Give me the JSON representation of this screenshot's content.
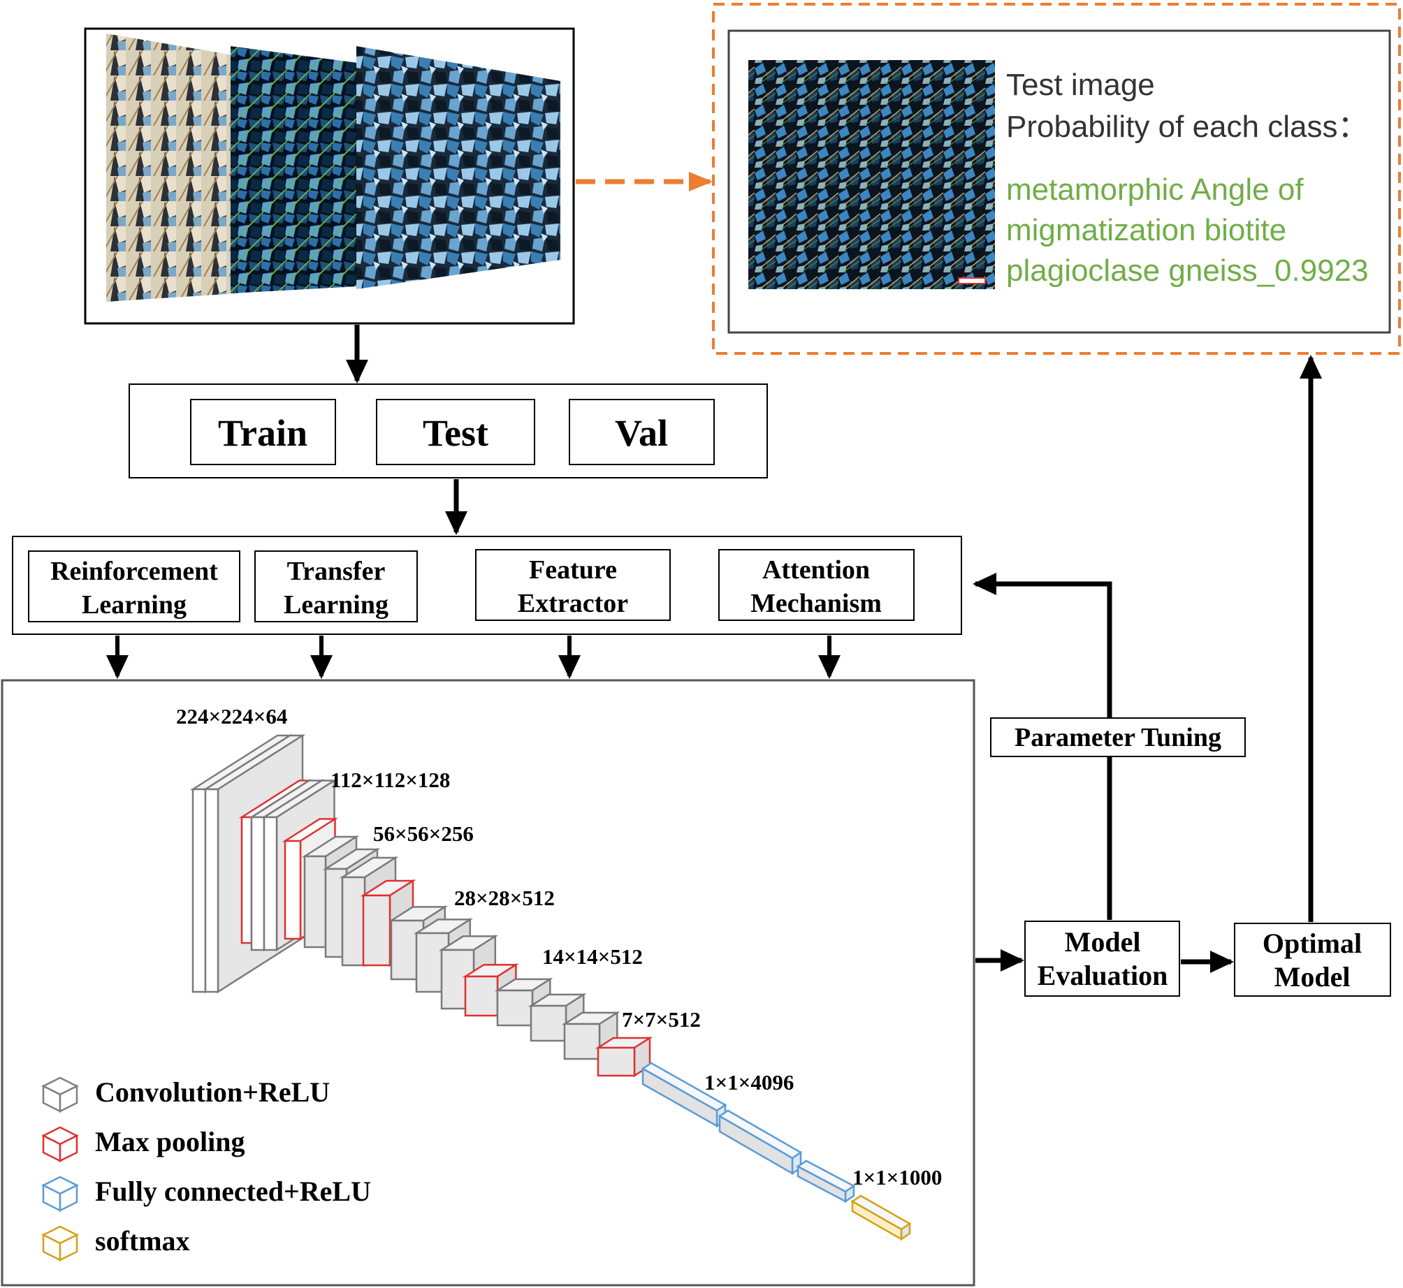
{
  "dataset_splits": [
    "Train",
    "Test",
    "Val"
  ],
  "techniques": [
    {
      "line1": "Reinforcement",
      "line2": "Learning"
    },
    {
      "line1": "Transfer",
      "line2": "Learning"
    },
    {
      "line1": "Feature",
      "line2": "Extractor"
    },
    {
      "line1": "Attention",
      "line2": "Mechanism"
    }
  ],
  "result": {
    "title": "Test image",
    "subtitle": "Probability of each class：",
    "class_line1": "metamorphic Angle of",
    "class_line2": "migmatization biotite",
    "class_line3": "plagioclase gneiss_0.9923"
  },
  "layer_dims": [
    "224×224×64",
    "112×112×128",
    "56×56×256",
    "28×28×512",
    "14×14×512",
    "7×7×512",
    "1×1×4096",
    "1×1×1000"
  ],
  "legend": [
    "Convolution+ReLU",
    "Max pooling",
    "Fully connected+ReLU",
    "softmax"
  ],
  "parameter_tuning": "Parameter Tuning",
  "model_evaluation": {
    "line1": "Model",
    "line2": "Evaluation"
  },
  "optimal_model": {
    "line1": "Optimal",
    "line2": "Model"
  },
  "colors": {
    "orange_dashed": "#ED7D31",
    "result_text": "#70AD47",
    "conv": "#7F7F7F",
    "pool": "#E03030",
    "fc": "#5B9BD5",
    "softmax": "#D4A017"
  }
}
